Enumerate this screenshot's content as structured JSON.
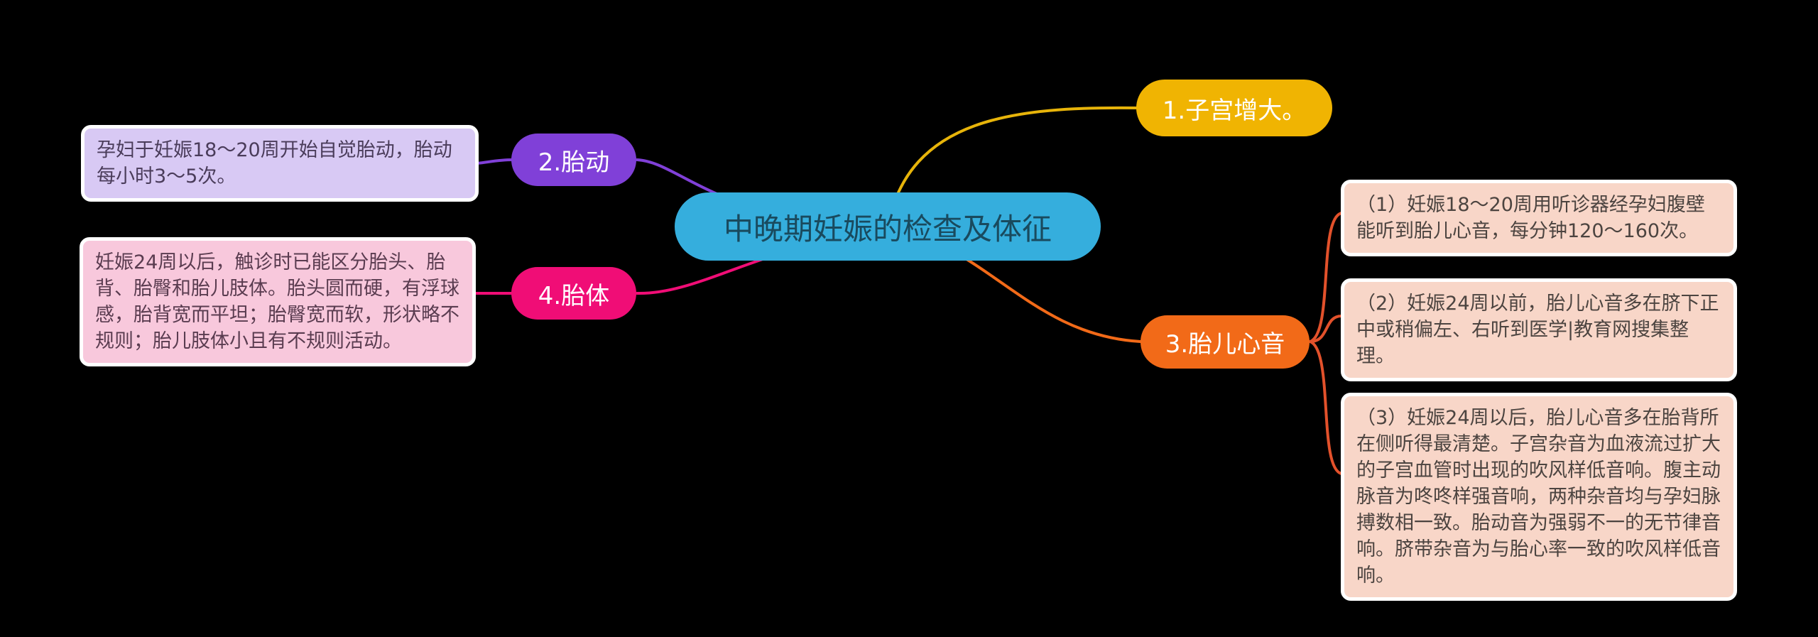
{
  "center": {
    "label": "中晚期妊娠的检查及体征"
  },
  "branches": {
    "uterus": {
      "label": "1.子宫增大。"
    },
    "movement": {
      "label": "2.胎动",
      "note": "孕妇于妊娠18～20周开始自觉胎动，胎动每小时3～5次。"
    },
    "heart": {
      "label": "3.胎儿心音",
      "note1": "（1）妊娠18～20周用听诊器经孕妇腹壁能听到胎儿心音，每分钟120～160次。",
      "note2": "（2）妊娠24周以前，胎儿心音多在脐下正中或稍偏左、右听到医学|教育网搜集整理。",
      "note3": "（3）妊娠24周以后，胎儿心音多在胎背所在侧听得最清楚。子宫杂音为血液流过扩大的子宫血管时出现的吹风样低音响。腹主动脉音为咚咚样强音响，两种杂音均与孕妇脉搏数相一致。胎动音为强弱不一的无节律音响。脐带杂音为与胎心率一致的吹风样低音响。"
    },
    "body": {
      "label": "4.胎体",
      "note": "妊娠24周以后，触诊时已能区分胎头、胎背、胎臀和胎儿肢体。胎头圆而硬，有浮球感，胎背宽而平坦；胎臀宽而软，形状略不规则；胎儿肢体小且有不规则活动。"
    }
  },
  "colors": {
    "background": "#000000",
    "center_fill": "#35aedd",
    "center_text": "#194a5e",
    "uterus_fill": "#f0b402",
    "movement_fill": "#8040d8",
    "heart_fill": "#f26a18",
    "body_fill": "#f00d76",
    "movement_note_fill": "#d8c9f4",
    "body_note_fill": "#f8c8dc",
    "heart_note_fill": "#f8d6c8",
    "note_border": "#ffffff",
    "edge_uterus": "#e7b40a",
    "edge_movement": "#8040d8",
    "edge_heart": "#f26a18",
    "edge_heart_notes": "#e2512b",
    "edge_body": "#f00d76"
  }
}
